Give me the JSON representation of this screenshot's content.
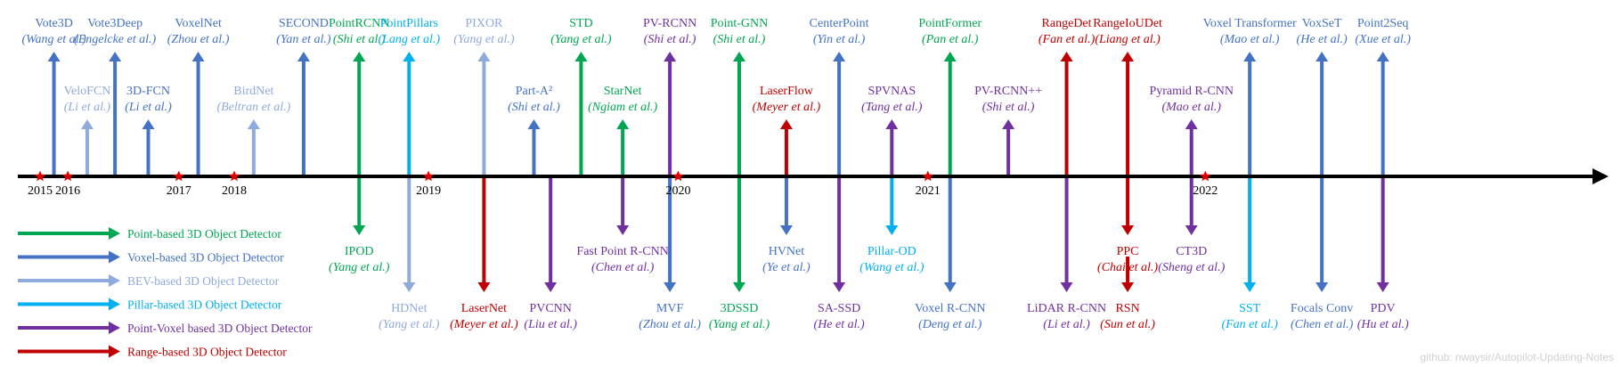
{
  "watermark": "github: nwaysir/Autopilot-Updating-Notes",
  "colors": {
    "point": "#00a651",
    "voxel": "#4472c4",
    "bev": "#8faadc",
    "pillar": "#00b0f0",
    "point_voxel": "#7030a0",
    "range": "#c00000",
    "axis": "#000000",
    "year_marker": "#e00000"
  },
  "years": [
    {
      "label": "2015",
      "t": 0.0
    },
    {
      "label": "2016",
      "t": 0.5
    },
    {
      "label": "2017",
      "t": 2.5
    },
    {
      "label": "2018",
      "t": 3.5
    },
    {
      "label": "2019",
      "t": 7.0
    },
    {
      "label": "2020",
      "t": 11.5
    },
    {
      "label": "2021",
      "t": 16.0
    },
    {
      "label": "2022",
      "t": 21.0
    }
  ],
  "legend": [
    {
      "label": "Point-based 3D Object Detector",
      "category": "point"
    },
    {
      "label": "Voxel-based 3D Object Detector",
      "category": "voxel"
    },
    {
      "label": "BEV-based 3D Object Detector",
      "category": "bev"
    },
    {
      "label": "Pillar-based 3D Object Detector",
      "category": "pillar"
    },
    {
      "label": "Point-Voxel based 3D Object Detector",
      "category": "point_voxel"
    },
    {
      "label": "Range-based 3D Object Detector",
      "category": "range"
    }
  ],
  "methods": [
    {
      "name": "Vote3D",
      "authors": "Wang et al.",
      "category": "voxel",
      "side": "up",
      "level": "high",
      "t": 0.25
    },
    {
      "name": "VeloFCN",
      "authors": "Li et al.",
      "category": "bev",
      "side": "up",
      "level": "low",
      "t": 0.85
    },
    {
      "name": "Vote3Deep",
      "authors": "Engelcke et al.",
      "category": "voxel",
      "side": "up",
      "level": "high",
      "t": 1.35
    },
    {
      "name": "3D-FCN",
      "authors": "Li et al.",
      "category": "voxel",
      "side": "up",
      "level": "low",
      "t": 1.95
    },
    {
      "name": "VoxelNet",
      "authors": "Zhou et al.",
      "category": "voxel",
      "side": "up",
      "level": "high",
      "t": 2.85
    },
    {
      "name": "BirdNet",
      "authors": "Beltran et al.",
      "category": "bev",
      "side": "up",
      "level": "low",
      "t": 3.85
    },
    {
      "name": "SECOND",
      "authors": "Yan et al.",
      "category": "voxel",
      "side": "up",
      "level": "high",
      "t": 4.75
    },
    {
      "name": "PointRCNN",
      "authors": "Shi et al.",
      "category": "point",
      "side": "up",
      "level": "high",
      "t": 5.75
    },
    {
      "name": "IPOD",
      "authors": "Yang et al.",
      "category": "point",
      "side": "down",
      "level": "mid",
      "t": 5.75
    },
    {
      "name": "PointPillars",
      "authors": "Lang et al.",
      "category": "pillar",
      "side": "up",
      "level": "high",
      "t": 6.65
    },
    {
      "name": "HDNet",
      "authors": "Yang et al.",
      "category": "bev",
      "side": "down",
      "level": "far",
      "t": 6.65
    },
    {
      "name": "PIXOR",
      "authors": "Yang et al.",
      "category": "bev",
      "side": "up",
      "level": "high",
      "t": 8.0
    },
    {
      "name": "LaserNet",
      "authors": "Meyer et al.",
      "category": "range",
      "side": "down",
      "level": "far",
      "t": 8.0
    },
    {
      "name": "PVCNN",
      "authors": "Liu et al.",
      "category": "point_voxel",
      "side": "down",
      "level": "far",
      "t": 9.2
    },
    {
      "name": "Part-A²",
      "authors": "Shi et al.",
      "category": "voxel",
      "side": "up",
      "level": "low",
      "t": 8.9
    },
    {
      "name": "STD",
      "authors": "Yang et al.",
      "category": "point",
      "side": "up",
      "level": "high",
      "t": 9.75
    },
    {
      "name": "StarNet",
      "authors": "Ngiam et al.",
      "category": "point",
      "side": "up",
      "level": "low",
      "t": 10.5
    },
    {
      "name": "Fast Point R-CNN",
      "authors": "Chen et al.",
      "category": "point_voxel",
      "side": "down",
      "level": "mid",
      "t": 10.5
    },
    {
      "name": "PV-RCNN",
      "authors": "Shi et al.",
      "category": "point_voxel",
      "side": "up",
      "level": "high",
      "t": 11.35
    },
    {
      "name": "MVF",
      "authors": "Zhou et al.",
      "category": "voxel",
      "side": "down",
      "level": "far",
      "t": 11.35
    },
    {
      "name": "Point-GNN",
      "authors": "Shi et al.",
      "category": "point",
      "side": "up",
      "level": "high",
      "t": 12.6
    },
    {
      "name": "3DSSD",
      "authors": "Yang et al.",
      "category": "point",
      "side": "down",
      "level": "far",
      "t": 12.6
    },
    {
      "name": "LaserFlow",
      "authors": "Meyer et al.",
      "category": "range",
      "side": "up",
      "level": "low",
      "t": 13.45
    },
    {
      "name": "HVNet",
      "authors": "Ye et al.",
      "category": "voxel",
      "side": "down",
      "level": "mid",
      "t": 13.45
    },
    {
      "name": "CenterPoint",
      "authors": "Yin et al.",
      "category": "voxel",
      "side": "up",
      "level": "high",
      "t": 14.4
    },
    {
      "name": "SA-SSD",
      "authors": "He et al.",
      "category": "point_voxel",
      "side": "down",
      "level": "far",
      "t": 14.4
    },
    {
      "name": "SPVNAS",
      "authors": "Tang et al.",
      "category": "point_voxel",
      "side": "up",
      "level": "low",
      "t": 15.35
    },
    {
      "name": "Pillar-OD",
      "authors": "Wang et al.",
      "category": "pillar",
      "side": "down",
      "level": "mid",
      "t": 15.35
    },
    {
      "name": "PointFormer",
      "authors": "Pan et al.",
      "category": "point",
      "side": "up",
      "level": "high",
      "t": 16.4
    },
    {
      "name": "Voxel R-CNN",
      "authors": "Deng et al.",
      "category": "voxel",
      "side": "down",
      "level": "far",
      "t": 16.4
    },
    {
      "name": "PV-RCNN++",
      "authors": "Shi et al.",
      "category": "point_voxel",
      "side": "up",
      "level": "low",
      "t": 17.45
    },
    {
      "name": "RangeDet",
      "authors": "Fan et al.",
      "category": "range",
      "side": "up",
      "level": "high",
      "t": 18.5
    },
    {
      "name": "LiDAR R-CNN",
      "authors": "Li et al.",
      "category": "point_voxel",
      "side": "down",
      "level": "far",
      "t": 18.5
    },
    {
      "name": "RangeIoUDet",
      "authors": "Liang et al.",
      "category": "range",
      "side": "up",
      "level": "high",
      "t": 19.6
    },
    {
      "name": "PPC",
      "authors": "Chai et al.",
      "category": "range",
      "side": "down",
      "level": "mid",
      "t": 19.6
    },
    {
      "name": "RSN",
      "authors": "Sun et al.",
      "category": "range",
      "side": "down",
      "level": "far",
      "t": 19.6
    },
    {
      "name": "Pyramid R-CNN",
      "authors": "Mao et al.",
      "category": "point_voxel",
      "side": "up",
      "level": "low",
      "t": 20.75
    },
    {
      "name": "CT3D",
      "authors": "Sheng et al.",
      "category": "point_voxel",
      "side": "down",
      "level": "mid",
      "t": 20.75
    },
    {
      "name": "Voxel Transformer",
      "authors": "Mao et al.",
      "category": "voxel",
      "side": "up",
      "level": "high",
      "t": 21.8
    },
    {
      "name": "SST",
      "authors": "Fan et al.",
      "category": "pillar",
      "side": "down",
      "level": "far",
      "t": 21.8
    },
    {
      "name": "VoxSeT",
      "authors": "He et al.",
      "category": "voxel",
      "side": "up",
      "level": "high",
      "t": 23.1
    },
    {
      "name": "Focals Conv",
      "authors": "Chen et al.",
      "category": "voxel",
      "side": "down",
      "level": "far",
      "t": 23.1
    },
    {
      "name": "Point2Seq",
      "authors": "Xue et al.",
      "category": "voxel",
      "side": "up",
      "level": "high",
      "t": 24.2
    },
    {
      "name": "PDV",
      "authors": "Hu et al.",
      "category": "point_voxel",
      "side": "down",
      "level": "far",
      "t": 24.2
    }
  ]
}
